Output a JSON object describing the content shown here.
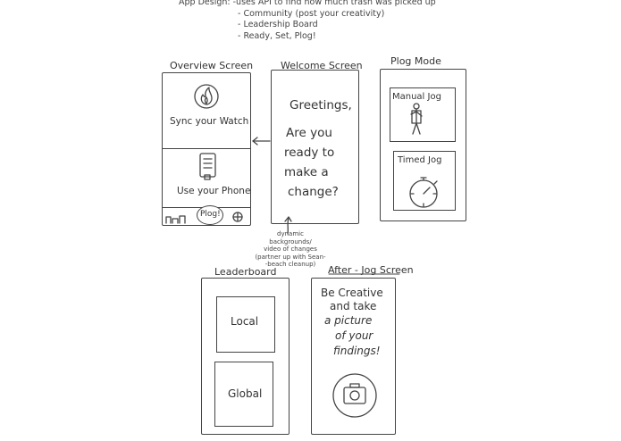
{
  "notes": {
    "heading": "App Design:",
    "items": [
      "-uses API to find how much trash was picked up",
      "- Community (post your creativity)",
      "- Leadership Board",
      "- Ready, Set, Plog!"
    ]
  },
  "screens": {
    "overview": {
      "title": "Overview Screen",
      "sync_label": "Sync your Watch",
      "phone_label": "Use your Phone",
      "plog_button": "Plog!"
    },
    "welcome": {
      "title": "Welcome Screen",
      "greeting": "Greetings,",
      "line1": "Are you",
      "line2": "ready to",
      "line3": "make a",
      "line4": "change?"
    },
    "plog_mode": {
      "title": "Plog Mode",
      "manual": "Manual Jog",
      "timed": "Timed Jog"
    },
    "leaderboard": {
      "title": "Leaderboard",
      "local": "Local",
      "global": "Global"
    },
    "after_jog": {
      "title": "After - Jog Screen",
      "line1": "Be Creative",
      "line2": "and take",
      "line3": "a picture",
      "line4": "of your",
      "line5": "findings!"
    }
  },
  "annotation": {
    "line1": "dynamic",
    "line2": "backgrounds/",
    "line3": "video of changes",
    "line4": "(partner up with Sean-",
    "line5": "-beach cleanup)"
  },
  "icons": [
    "flame-icon",
    "phone-icon",
    "walking-person-icon",
    "stopwatch-icon",
    "camera-icon",
    "globe-icon",
    "arrow-left-icon",
    "arrow-up-icon"
  ]
}
